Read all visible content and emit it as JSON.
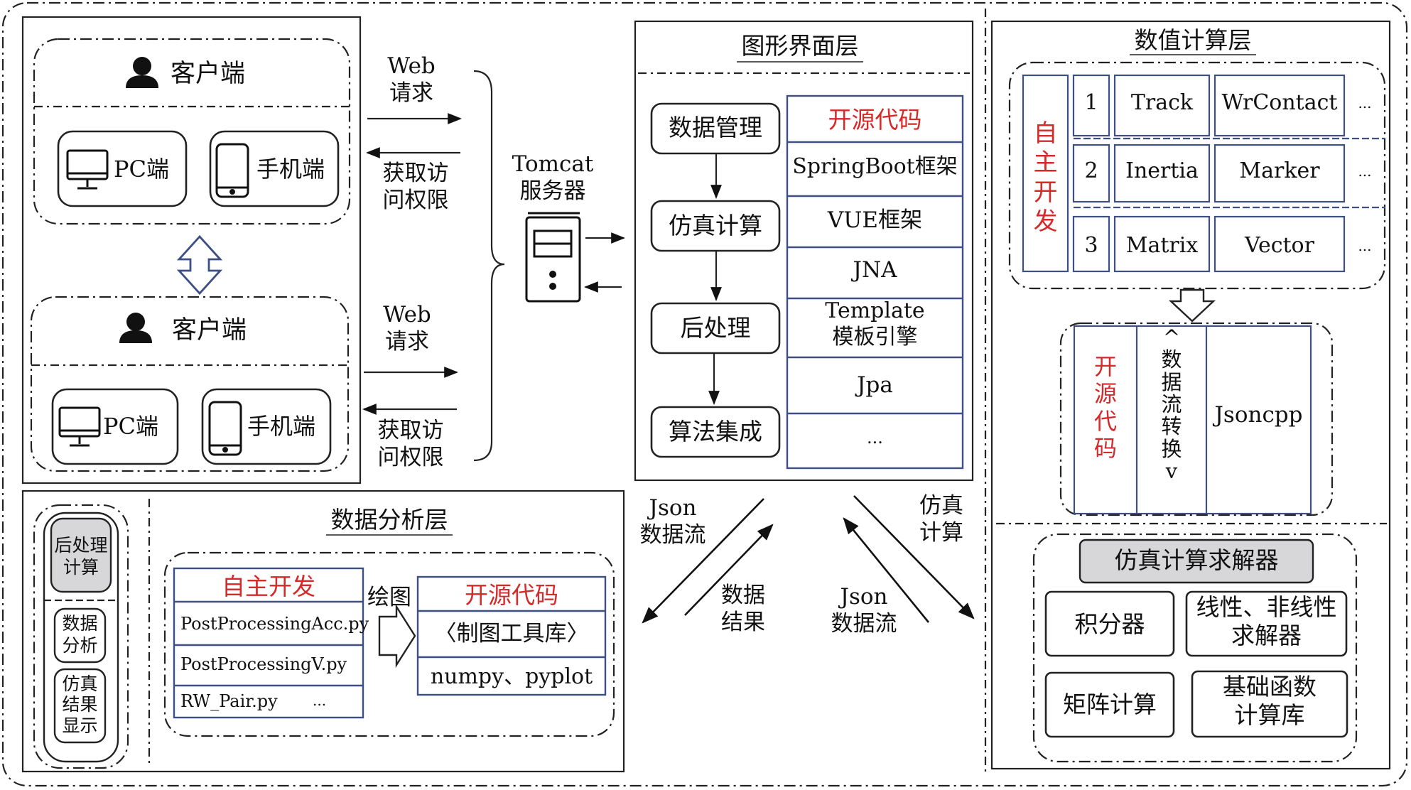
{
  "client_section": {
    "clients": [
      {
        "title": "客户端",
        "pc_label": "PC端",
        "mobile_label": "手机端"
      },
      {
        "title": "客户端",
        "pc_label": "PC端",
        "mobile_label": "手机端"
      }
    ],
    "flows": [
      {
        "request": "Web\n请求",
        "response": "获取访\n问权限"
      },
      {
        "request": "Web\n请求",
        "response": "获取访\n问权限"
      }
    ]
  },
  "server": {
    "label": "Tomcat\n服务器"
  },
  "gui_layer": {
    "title": "图形界面层",
    "steps": [
      "数据管理",
      "仿真计算",
      "后处理",
      "算法集成"
    ],
    "stack_header": "开源代码",
    "stack": [
      "SpringBoot框架",
      "VUE框架",
      "JNA",
      "Template\n模板引擎",
      "Jpa",
      "..."
    ]
  },
  "numeric_layer": {
    "title": "数值计算层",
    "self_dev_label": "自\n主\n开\n发",
    "rows": [
      {
        "index": "1",
        "a": "Track",
        "b": "WrContact",
        "more": "..."
      },
      {
        "index": "2",
        "a": "Inertia",
        "b": "Marker",
        "more": "..."
      },
      {
        "index": "3",
        "a": "Matrix",
        "b": "Vector",
        "more": "..."
      }
    ],
    "open_source_label": "开\n源\n代\n码",
    "conversion_label": "^\n数\n据\n流\n转\n换\nv",
    "jsoncpp_label": "Jsoncpp",
    "solver_title": "仿真计算求解器",
    "solvers": [
      "积分器",
      "线性、非线性\n求解器",
      "矩阵计算",
      "基础函数\n计算库"
    ]
  },
  "analysis_layer": {
    "title": "数据分析层",
    "side_items": [
      "后处理\n计算",
      "数据\n分析",
      "仿真\n结果\n显示"
    ],
    "self_dev_header": "自主开发",
    "scripts": [
      "PostProcessingAcc.py",
      "PostProcessingV.py",
      "RW_Pair.py",
      "..."
    ],
    "plot_label": "绘图",
    "open_source_header": "开源代码",
    "lib_label": "〈制图工具库〉",
    "lib_list": "numpy、pyplot"
  },
  "exchange_labels": {
    "json_flow_left": "Json\n数据流",
    "data_result": "数据\n结果",
    "sim_compute": "仿真\n计算",
    "json_flow_right": "Json\n数据流"
  }
}
